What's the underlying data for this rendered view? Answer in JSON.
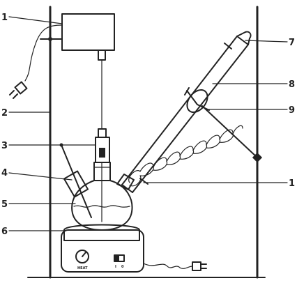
{
  "labels": {
    "l1": "1",
    "l2": "2",
    "l3": "3",
    "l4": "4",
    "l5": "5",
    "l6": "6",
    "r7": "7",
    "r8": "8",
    "r9": "9",
    "r10": "1"
  },
  "heater": {
    "dial_label": "HEAT",
    "switch_on": "I",
    "switch_off": "0"
  }
}
